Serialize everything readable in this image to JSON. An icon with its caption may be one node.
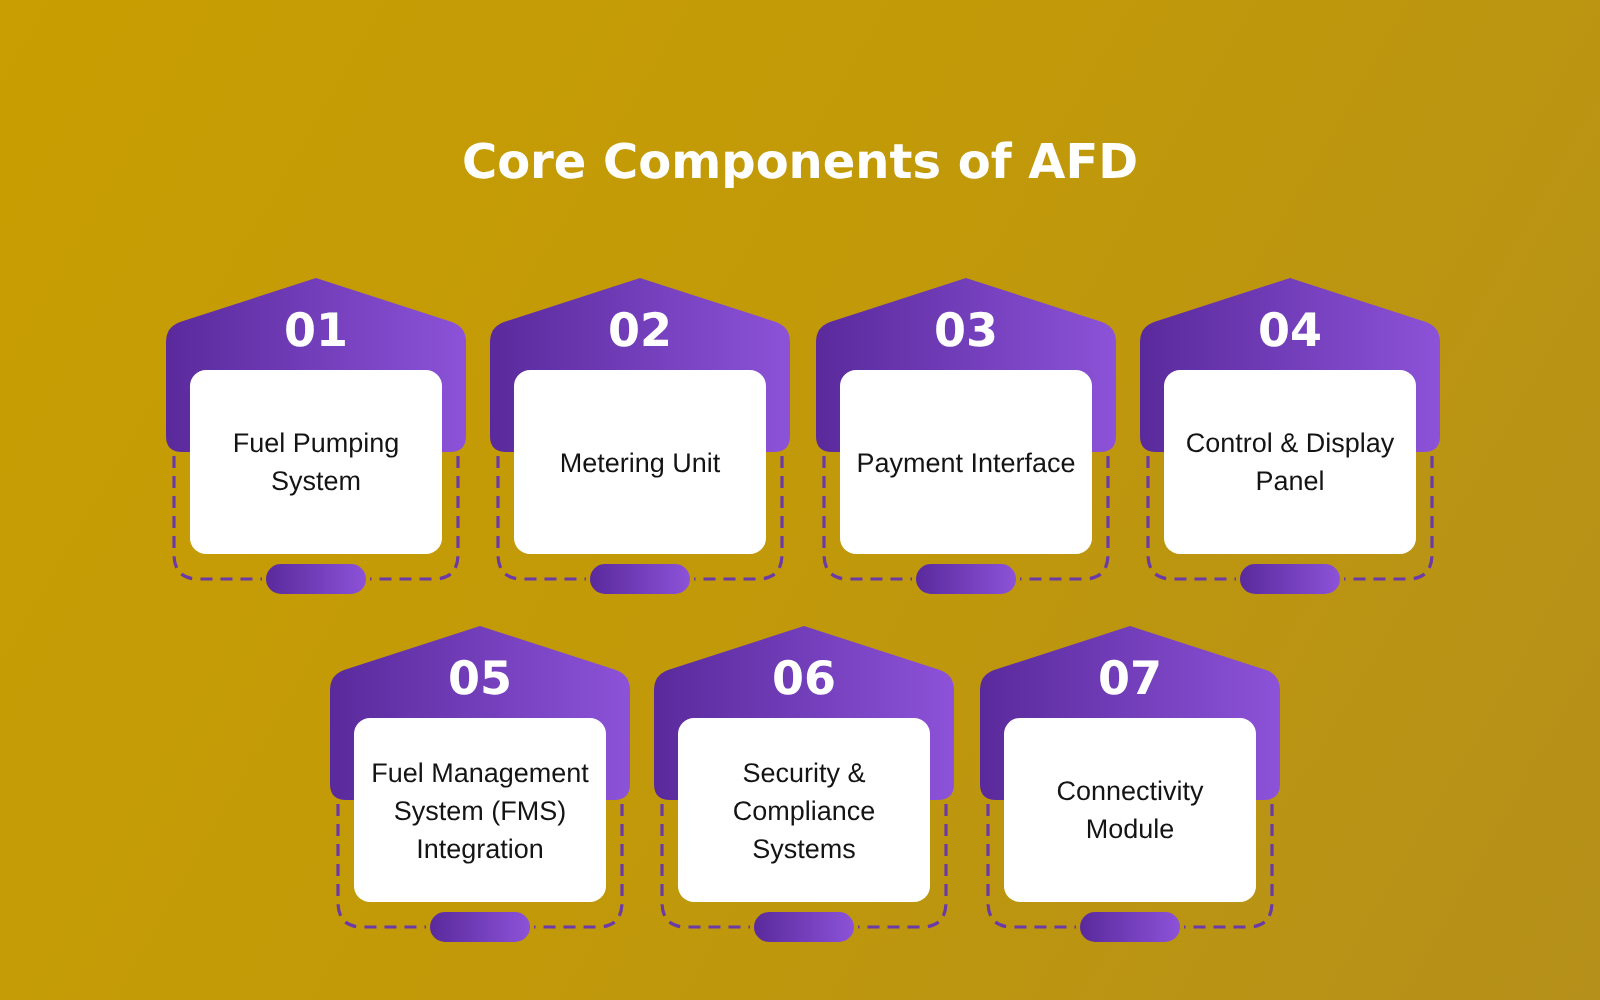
{
  "diagram": {
    "title": "Core Components of AFD",
    "nodes": [
      {
        "text": [
          "01",
          "Fuel Pumping System"
        ]
      },
      {
        "text": [
          "02",
          "Metering Unit"
        ]
      },
      {
        "text": [
          "03",
          "Payment Interface"
        ]
      },
      {
        "text": [
          "04",
          "Control & Display Panel"
        ]
      },
      {
        "text": [
          "05",
          "Fuel Management System (FMS) Integration"
        ]
      },
      {
        "text": [
          "06",
          "Security & Compliance Systems"
        ]
      },
      {
        "text": [
          "07",
          "Connectivity Module"
        ]
      }
    ]
  }
}
